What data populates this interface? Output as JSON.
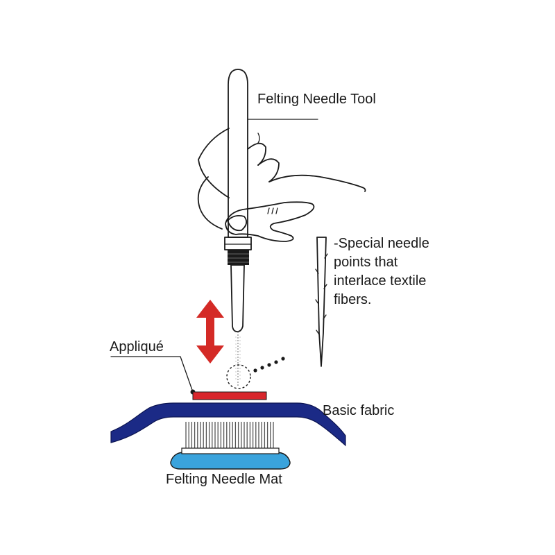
{
  "labels": {
    "tool": "Felting Needle Tool",
    "needle_note": [
      "-Special needle",
      "points that",
      "interlace textile",
      "fibers."
    ],
    "applique": "Appliqué",
    "basic_fabric": "Basic fabric",
    "mat": "Felting Needle Mat"
  },
  "colors": {
    "ink": "#1a1a1a",
    "arrow": "#d42a26",
    "applique": "#d8262c",
    "fabric": "#1b2a86",
    "mat_base": "#3aa3dc"
  }
}
